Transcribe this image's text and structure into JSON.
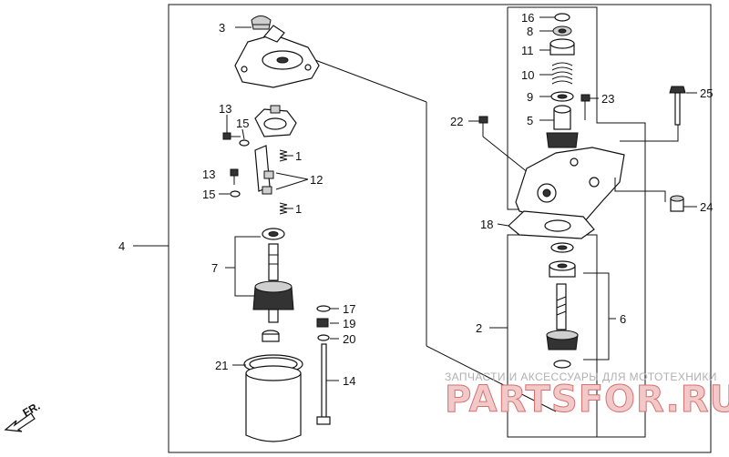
{
  "callouts": {
    "c1a": "1",
    "c1b": "1",
    "c2": "2",
    "c3": "3",
    "c4": "4",
    "c5": "5",
    "c6": "6",
    "c7": "7",
    "c8": "8",
    "c9": "9",
    "c10": "10",
    "c11": "11",
    "c12": "12",
    "c13a": "13",
    "c13b": "13",
    "c14": "14",
    "c15a": "15",
    "c15b": "15",
    "c16": "16",
    "c17": "17",
    "c18": "18",
    "c19": "19",
    "c20": "20",
    "c21": "21",
    "c22": "22",
    "c23": "23",
    "c24": "24",
    "c25": "25"
  },
  "watermark": {
    "subtitle": "ЗАПЧАСТИ И АКСЕССУАРЫ ДЛЯ МОТОТЕХНИКИ",
    "brand": "PARTSFOR.RU"
  },
  "direction_label": "FR."
}
